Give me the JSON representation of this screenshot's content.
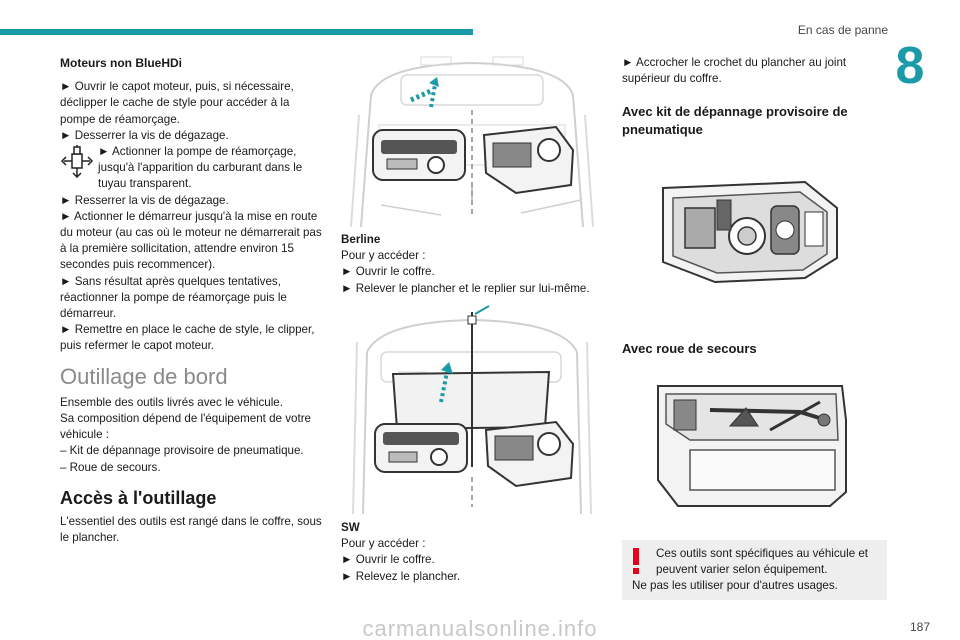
{
  "header": {
    "section_name": "En cas de panne",
    "chapter_number": "8"
  },
  "col1": {
    "subhead": "Moteurs non BlueHDi",
    "lines": [
      "► Ouvrir le capot moteur, puis, si nécessaire, déclipper le cache de style pour accéder à la pompe de réamorçage.",
      "► Desserrer la vis de dégazage."
    ],
    "pump_line": "► Actionner la pompe de réamorçage, jusqu'à l'apparition du carburant dans le tuyau transparent.",
    "lines2": [
      "► Resserrer la vis de dégazage.",
      "► Actionner le démarreur jusqu'à la mise en route du moteur (au cas où le moteur ne démarrerait pas à la première sollicitation, attendre environ 15 secondes puis recommencer).",
      "► Sans résultat après quelques tentatives, réactionner la pompe de réamorçage puis le démarreur.",
      "► Remettre en place le cache de style, le clipper, puis refermer le capot moteur."
    ],
    "title_tools": "Outillage de bord",
    "tools_lines": [
      "Ensemble des outils livrés avec le véhicule.",
      "Sa composition dépend de l'équipement de votre véhicule :",
      "– Kit de dépannage provisoire de pneumatique.",
      "– Roue de secours."
    ],
    "title_access": "Accès à l'outillage",
    "access_text": "L'essentiel des outils est rangé dans le coffre, sous le plancher."
  },
  "col2": {
    "berline_title": "Berline",
    "berline_lines": [
      "Pour y accéder :",
      "► Ouvrir le coffre.",
      "► Relever le plancher et le replier sur lui-même."
    ],
    "sw_title": "SW",
    "sw_lines": [
      "Pour y accéder :",
      "► Ouvrir le coffre.",
      "► Relevez le plancher."
    ]
  },
  "col3": {
    "hook_line": "► Accrocher le crochet du plancher au joint supérieur du coffre.",
    "kit_title": "Avec kit de dépannage provisoire de pneumatique",
    "spare_title": "Avec roue de secours",
    "warning_line1": "Ces outils sont spécifiques au véhicule et peuvent varier selon équipement.",
    "warning_line2": "Ne pas les utiliser pour d'autres usages."
  },
  "footer": {
    "page_number": "187",
    "watermark": "carmanualsonline.info"
  },
  "colors": {
    "accent": "#1b9aa8",
    "warning": "#e2001a"
  }
}
